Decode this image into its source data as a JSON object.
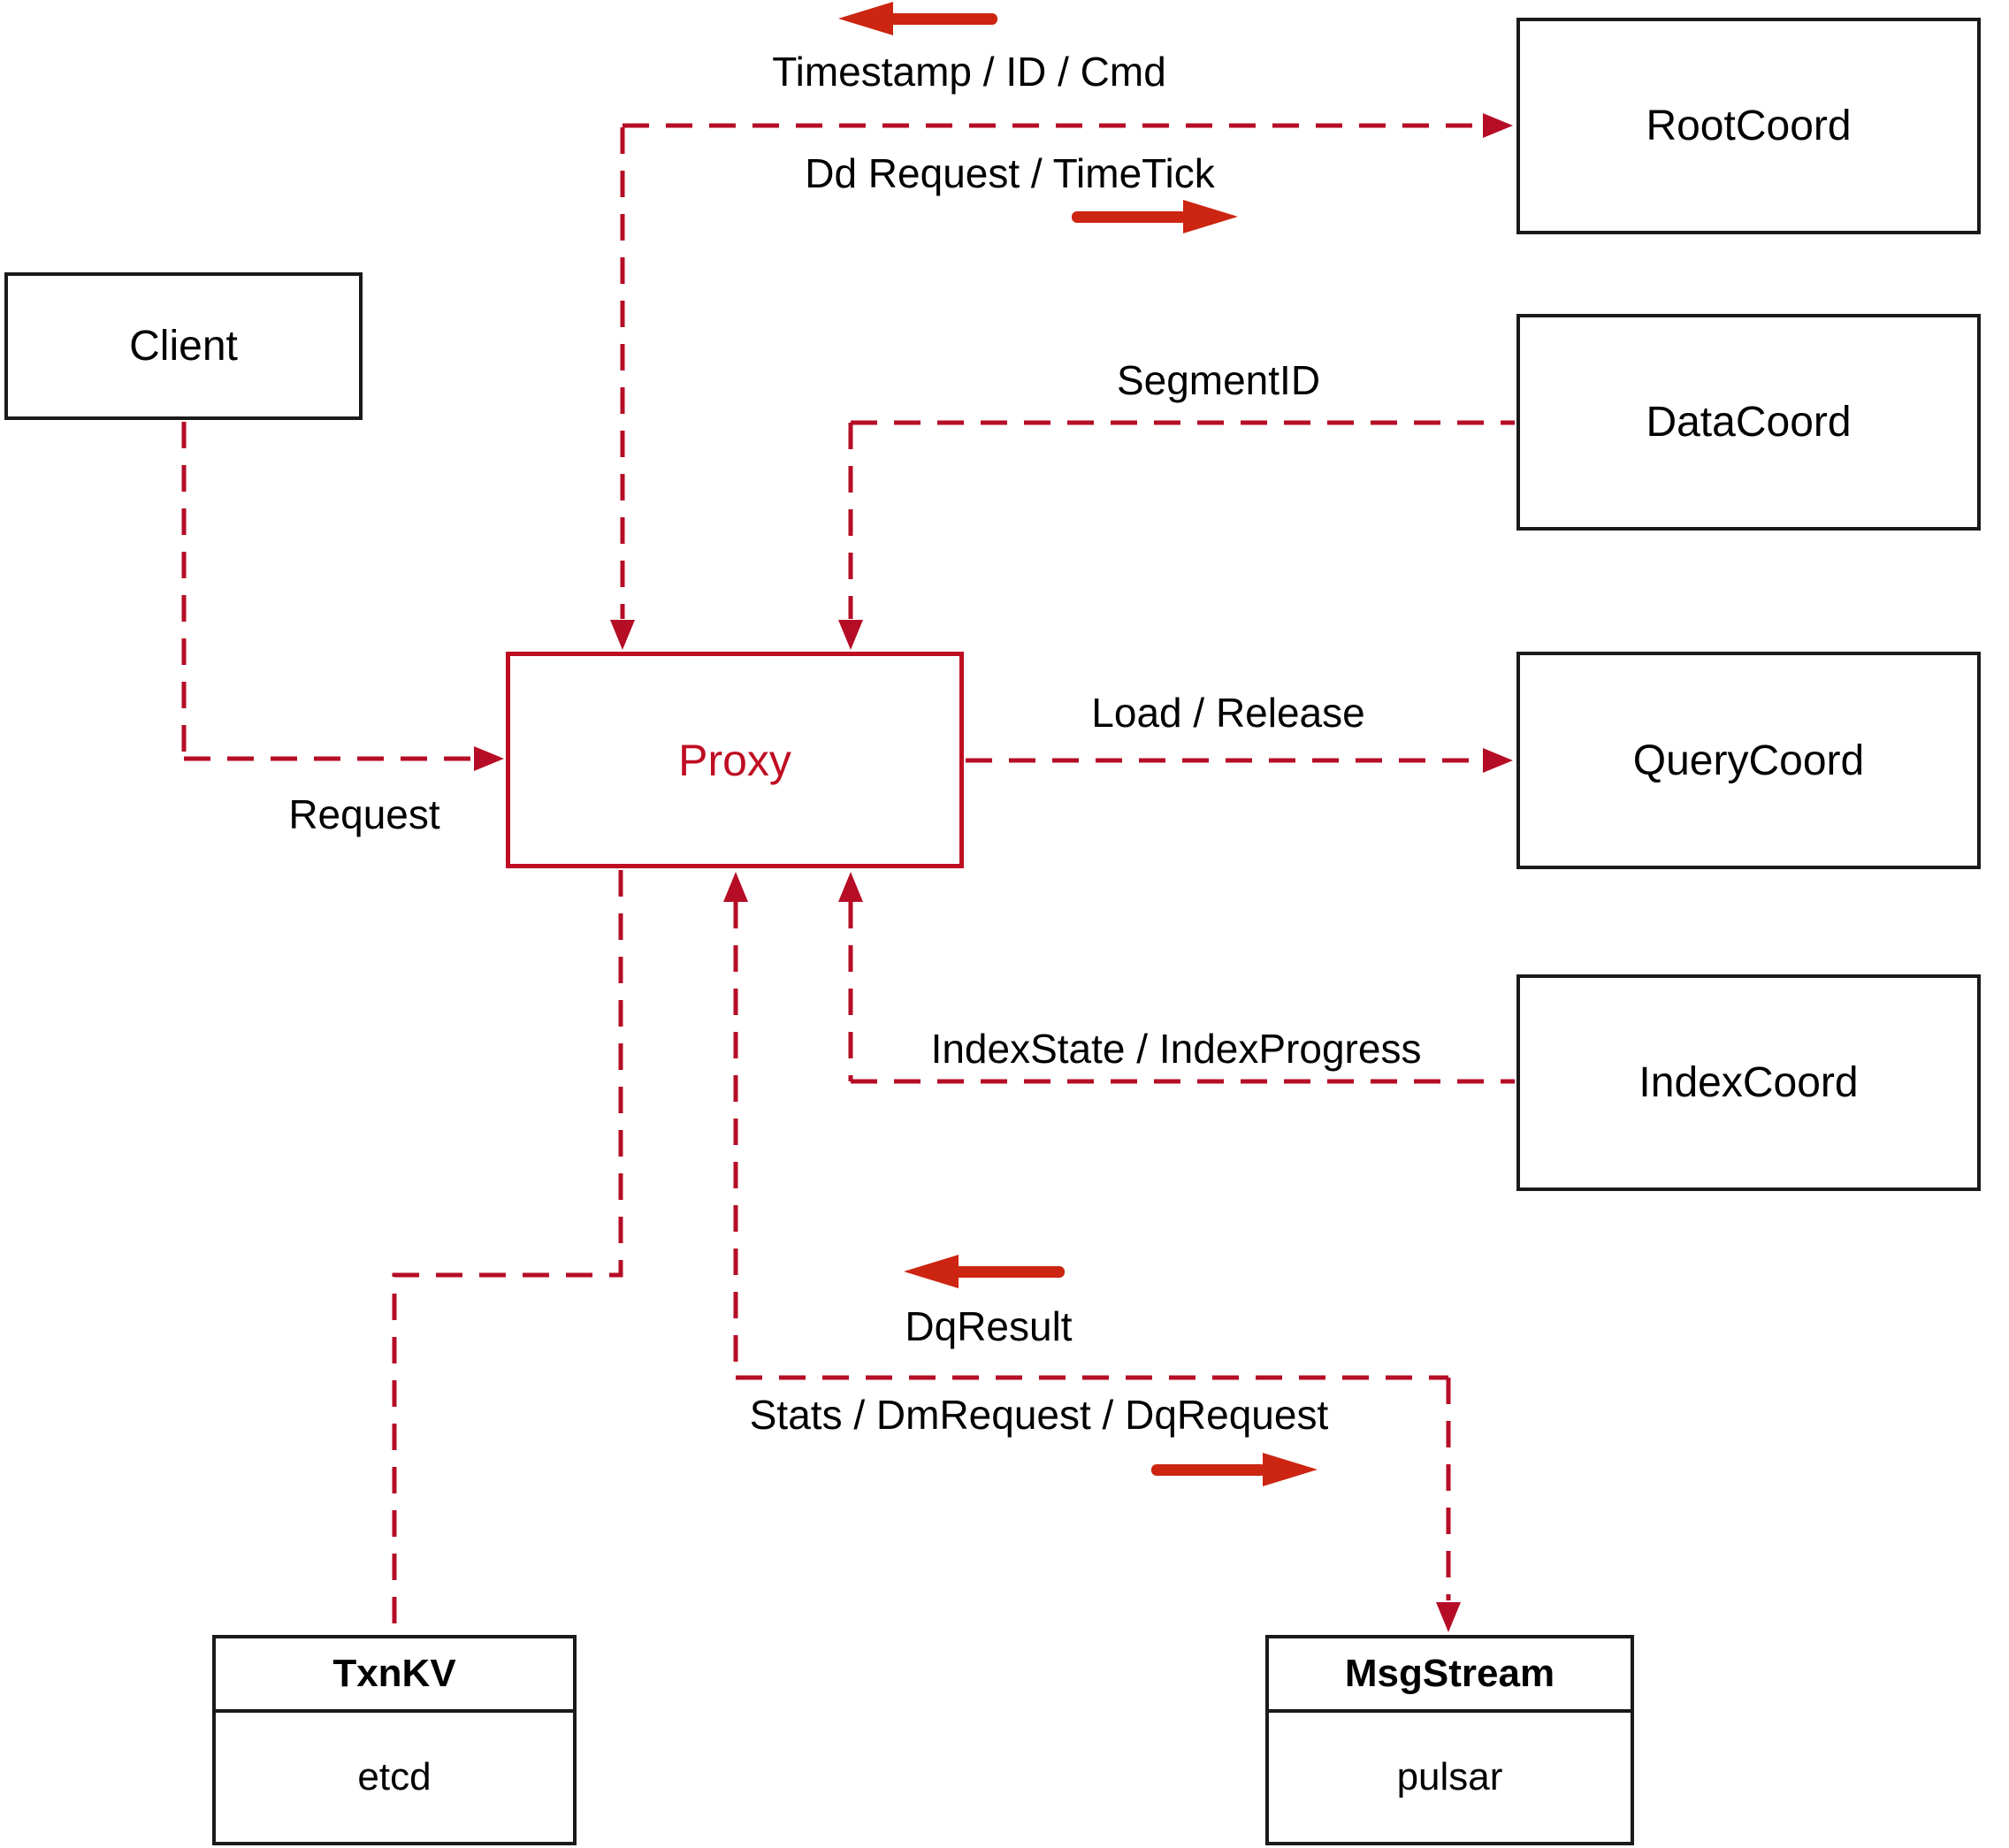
{
  "diagram": {
    "boxes": {
      "client": "Client",
      "proxy": "Proxy",
      "rootcoord": "RootCoord",
      "datacoord": "DataCoord",
      "querycoord": "QueryCoord",
      "indexcoord": "IndexCoord",
      "txnkv_title": "TxnKV",
      "txnkv_body": "etcd",
      "msgstream_title": "MsgStream",
      "msgstream_body": "pulsar"
    },
    "edge_labels": {
      "timestamp_id_cmd": "Timestamp / ID / Cmd",
      "dd_request_timetick": "Dd Request / TimeTick",
      "segment_id": "SegmentID",
      "load_release": "Load / Release",
      "index_state_progress": "IndexState / IndexProgress",
      "request": "Request",
      "dq_result": "DqResult",
      "stats_dm_dq": "Stats / DmRequest / DqRequest"
    },
    "colors": {
      "dashed_line": "#b60d26",
      "thick_arrow": "#cc2512",
      "proxy_accent": "#bf0d22",
      "box_border": "#1a1a1a",
      "text": "#000000",
      "background": "#ffffff"
    }
  }
}
